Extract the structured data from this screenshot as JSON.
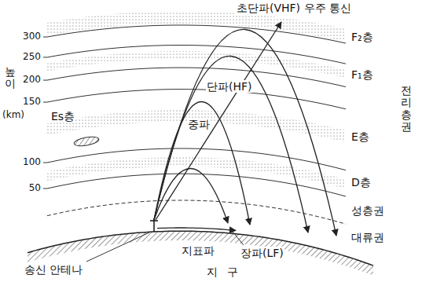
{
  "diagram": {
    "labels": [
      "초단파(VHF) 우주 통신",
      "F₂층",
      "F₁층",
      "E층",
      "D층",
      "Es층",
      "전리층권",
      "성층권",
      "대류권",
      "단파(HF)",
      "중파",
      "장파(LF)",
      "지표파",
      "송신 안테나",
      "지 구",
      "높이",
      "(km)",
      "300",
      "250",
      "200",
      "150",
      "100",
      "50"
    ]
  }
}
